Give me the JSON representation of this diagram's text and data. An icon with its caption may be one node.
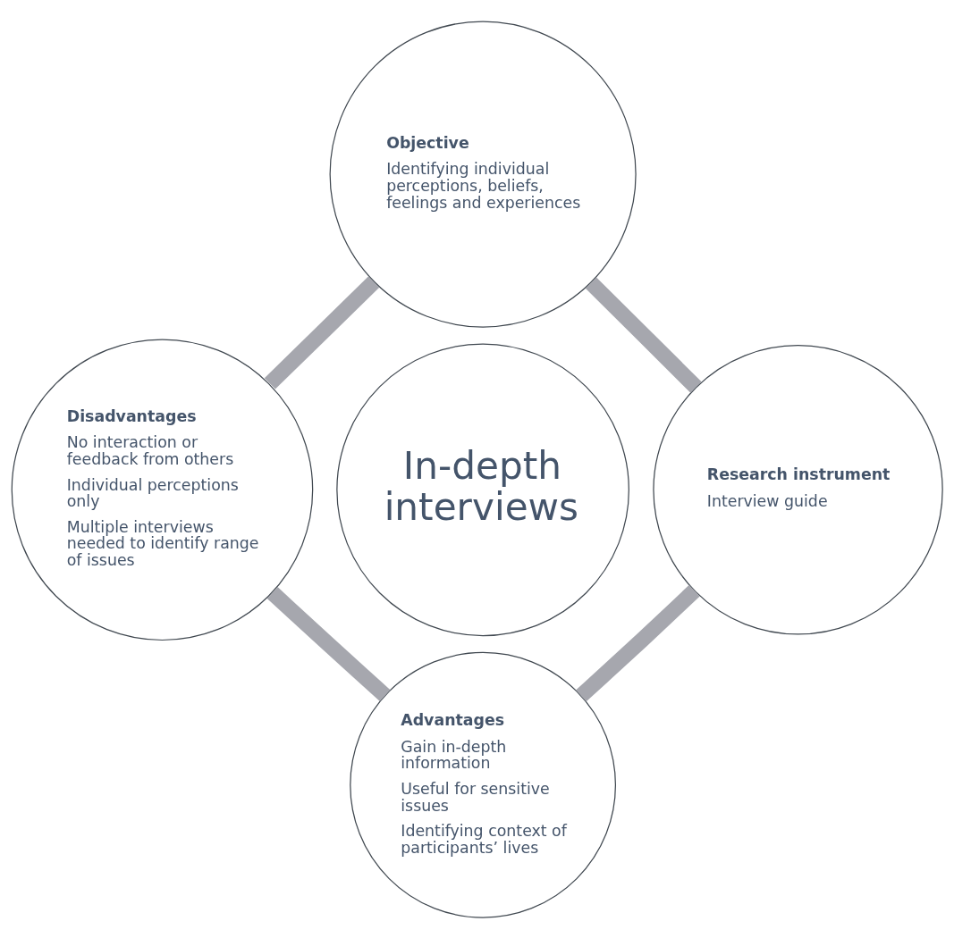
{
  "diagram": {
    "nodes": [
      {
        "text": [
          "Objective",
          "Identifying individual perceptions, beliefs, feelings and experiences"
        ]
      },
      {
        "text": [
          "Disadvantages",
          "No interaction or feedback from others",
          "Individual perceptions only",
          "Multiple interviews needed to identify range of issues"
        ]
      },
      {
        "text": [
          "In-depth interviews"
        ]
      },
      {
        "text": [
          "Research instrument",
          "Interview guide"
        ]
      },
      {
        "text": [
          "Advantages",
          "Gain in-depth information",
          "Useful for sensitive issues",
          "Identifying context of participants’ lives"
        ]
      }
    ],
    "edges": [
      {
        "from": 0,
        "to": 3,
        "arrow": "none"
      },
      {
        "from": 3,
        "to": 4,
        "arrow": "none"
      },
      {
        "from": 1,
        "to": 4,
        "arrow": "none"
      },
      {
        "from": 0,
        "to": 1,
        "arrow": "none"
      }
    ]
  }
}
